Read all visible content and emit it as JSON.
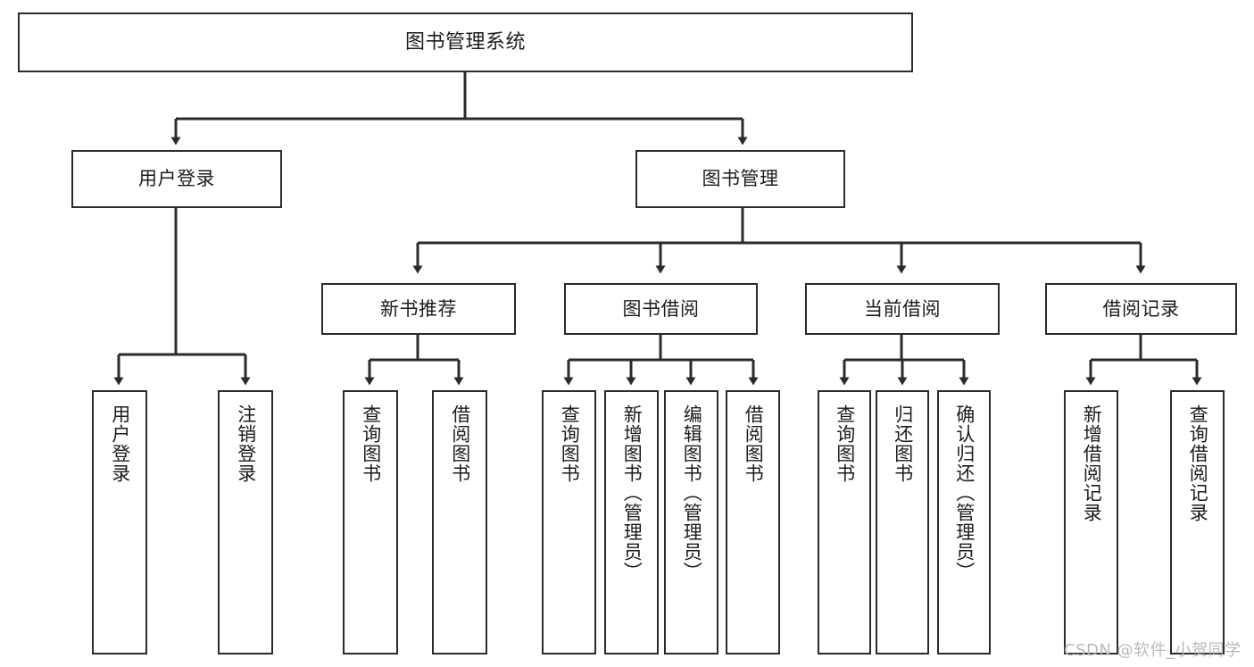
{
  "diagram": {
    "title": "图书管理系统",
    "type": "tree-hierarchy-chart",
    "orientation": "top-down",
    "colors": {
      "node_border": "#2b2b2b",
      "node_fill": "#ffffff",
      "edge": "#2b2b2b",
      "text": "#1c1c1c",
      "watermark": "#b9b9b9",
      "background": "#ffffff"
    }
  },
  "nodes": {
    "root": {
      "label": "图书管理系统"
    },
    "level2": [
      {
        "id": "user-login",
        "label": "用户登录"
      },
      {
        "id": "book-manage",
        "label": "图书管理"
      }
    ],
    "level3": [
      {
        "id": "new-book-recommend",
        "label": "新书推荐"
      },
      {
        "id": "book-borrow",
        "label": "图书借阅"
      },
      {
        "id": "current-borrow",
        "label": "当前借阅"
      },
      {
        "id": "borrow-record",
        "label": "借阅记录"
      }
    ],
    "leaves": {
      "user_login": [
        {
          "id": "leaf-user-login",
          "label": "用户登录"
        },
        {
          "id": "leaf-logout",
          "label": "注销登录"
        }
      ],
      "new_book_recommend": [
        {
          "id": "leaf-query-book-1",
          "label": "查询图书"
        },
        {
          "id": "leaf-borrow-book-1",
          "label": "借阅图书"
        }
      ],
      "book_borrow": [
        {
          "id": "leaf-query-book-2",
          "label": "查询图书"
        },
        {
          "id": "leaf-add-book",
          "label": "新增图书（管理员）"
        },
        {
          "id": "leaf-edit-book",
          "label": "编辑图书（管理员）"
        },
        {
          "id": "leaf-borrow-book-2",
          "label": "借阅图书"
        }
      ],
      "current_borrow": [
        {
          "id": "leaf-query-book-3",
          "label": "查询图书"
        },
        {
          "id": "leaf-return-book",
          "label": "归还图书"
        },
        {
          "id": "leaf-confirm-return",
          "label": "确认归还（管理员）"
        }
      ],
      "borrow_record": [
        {
          "id": "leaf-add-record",
          "label": "新增借阅记录"
        },
        {
          "id": "leaf-query-record",
          "label": "查询借阅记录"
        }
      ]
    }
  },
  "watermark": {
    "text": "CSDN @软件_小贺同学"
  }
}
